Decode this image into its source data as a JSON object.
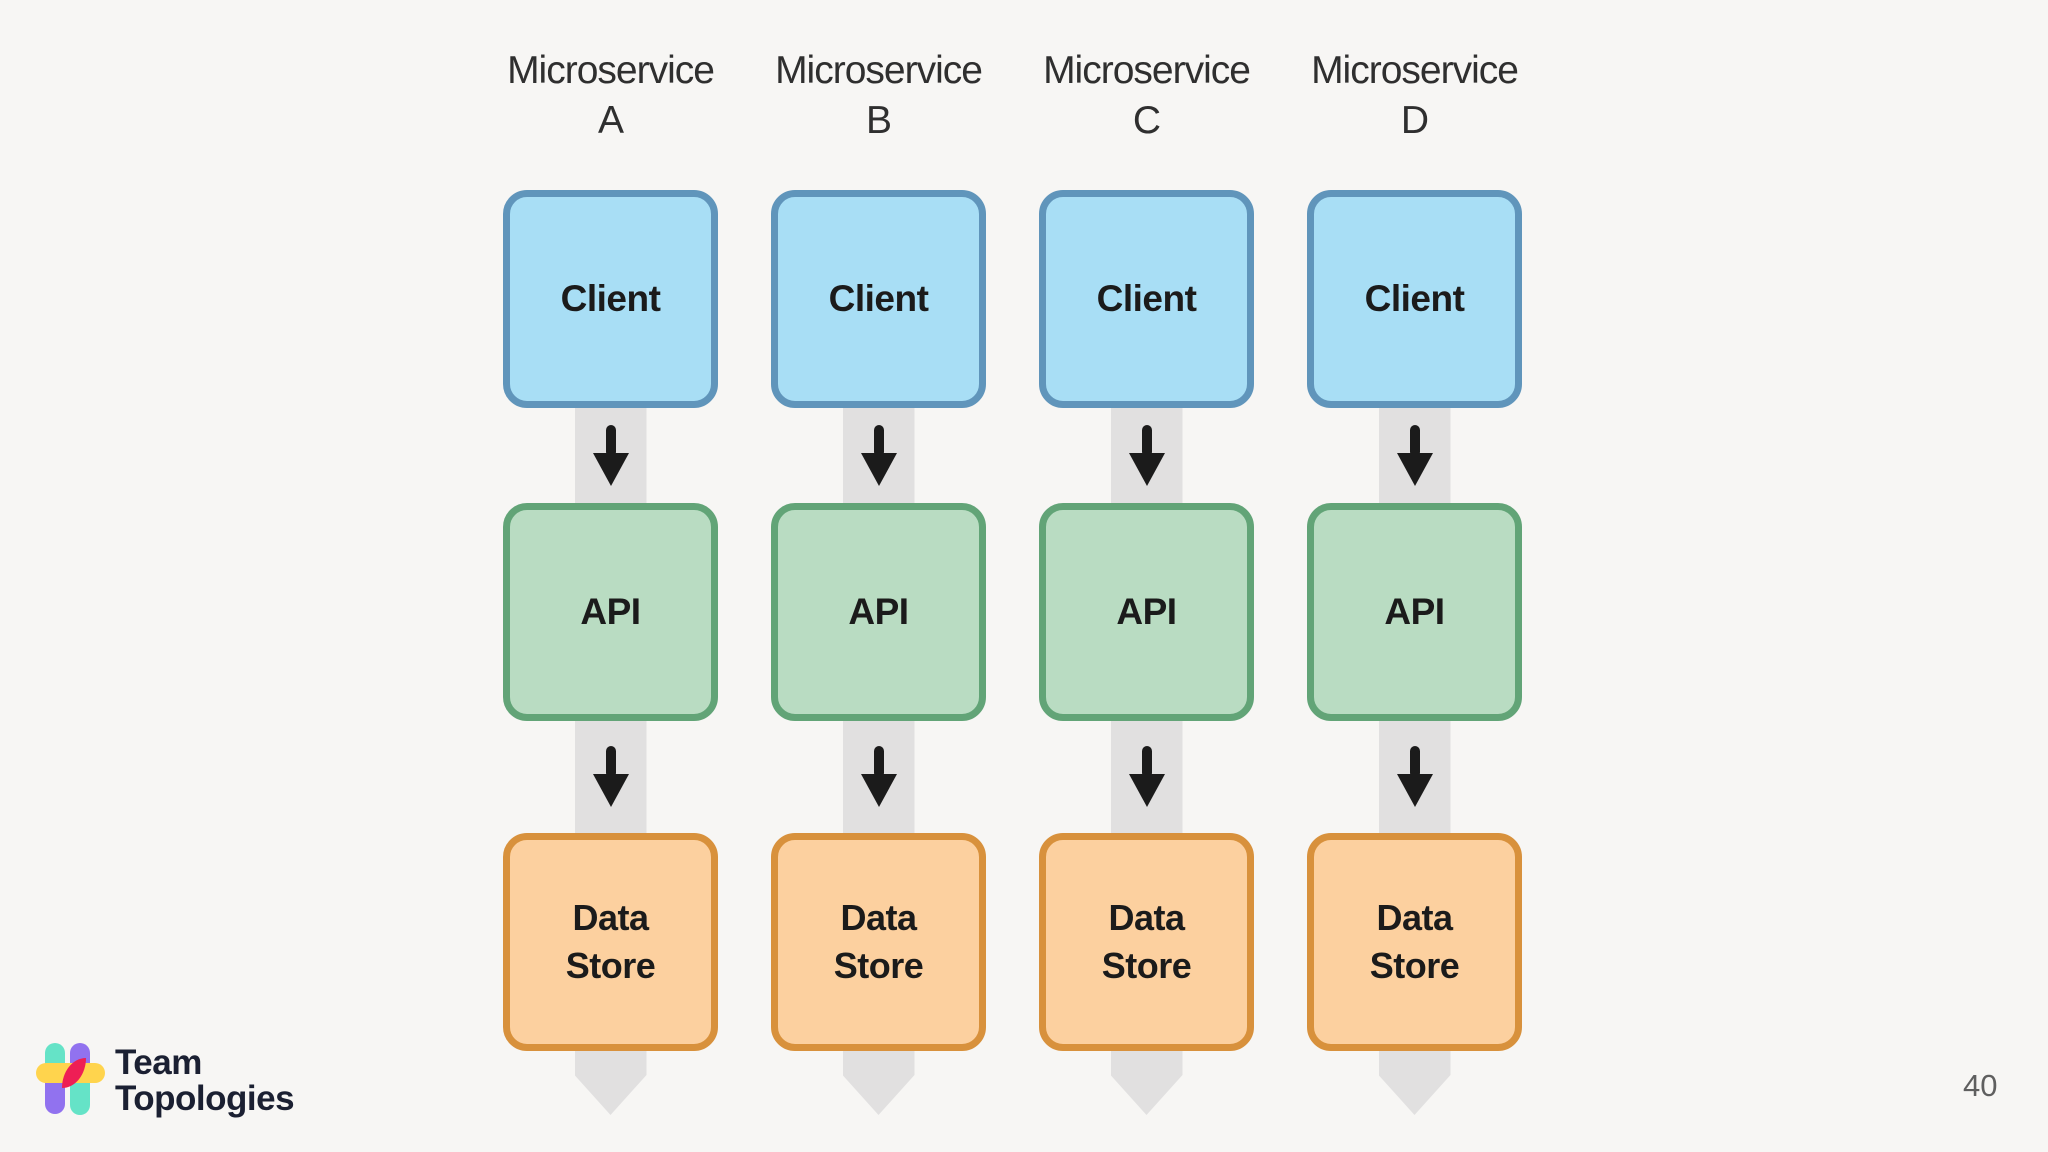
{
  "slide": {
    "page_number": "40"
  },
  "columns": [
    {
      "title": "Microservice",
      "letter": "A",
      "layers": {
        "client": "Client",
        "api": "API",
        "datastore": "Data Store"
      }
    },
    {
      "title": "Microservice",
      "letter": "B",
      "layers": {
        "client": "Client",
        "api": "API",
        "datastore": "Data Store"
      }
    },
    {
      "title": "Microservice",
      "letter": "C",
      "layers": {
        "client": "Client",
        "api": "API",
        "datastore": "Data Store"
      }
    },
    {
      "title": "Microservice",
      "letter": "D",
      "layers": {
        "client": "Client",
        "api": "API",
        "datastore": "Data Store"
      }
    }
  ],
  "logo": {
    "line1": "Team",
    "line2": "Topologies"
  },
  "icons": {
    "down_arrow": "↓",
    "logo_mark": "team-topologies-mark"
  },
  "colors": {
    "background": "#f7f6f4",
    "connector_band": "#e1e0e0",
    "arrow": "#1b1b1b",
    "client_fill": "#a8def5",
    "client_border": "#6095bb",
    "api_fill": "#b9dcc2",
    "api_border": "#62a477",
    "datastore_fill": "#fcd09f",
    "datastore_border": "#d8913c",
    "header_text": "#2f2f2f",
    "label_text": "#1b1b1b",
    "pagenum_text": "#5f5f5f",
    "logo_teal": "#65e3c7",
    "logo_purple": "#9172ef",
    "logo_yellow": "#ffd44d",
    "logo_pink": "#ee1e55",
    "logo_text": "#1b2032"
  }
}
